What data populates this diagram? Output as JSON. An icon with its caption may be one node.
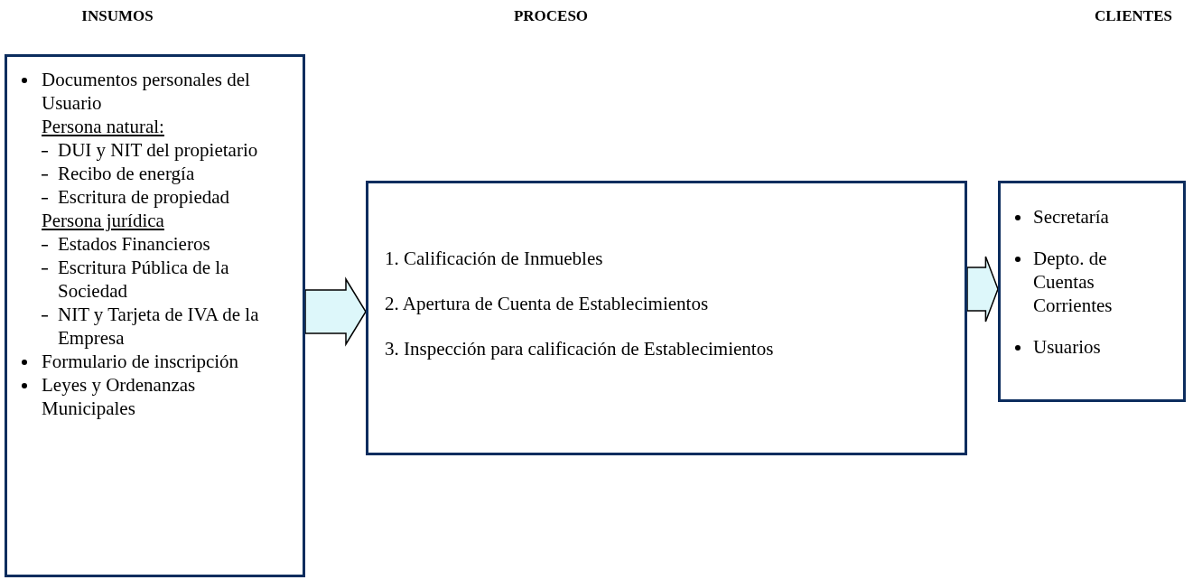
{
  "diagram": {
    "nodes": [
      {
        "text": [
          "Documentos personales del Usuario",
          "Persona natural:",
          "DUI y NIT del propietario",
          "Recibo de energía",
          "Escritura de propiedad",
          "Persona jurídica",
          "Estados Financieros",
          "Escritura Pública de la Sociedad",
          "NIT y Tarjeta de IVA de la Empresa",
          "Formulario de inscripción",
          "Leyes y Ordenanzas Municipales"
        ]
      },
      {
        "text": [
          "1. Calificación de Inmuebles",
          "2. Apertura de Cuenta de Establecimientos",
          "3. Inspección para calificación de Establecimientos"
        ]
      },
      {
        "text": [
          "Secretaría",
          "Depto. de Cuentas Corrientes",
          "Usuarios"
        ]
      }
    ],
    "edges": [
      {
        "from": 0,
        "to": 1,
        "arrow": "to"
      },
      {
        "from": 1,
        "to": 2,
        "arrow": "to"
      }
    ],
    "labels": [
      "INSUMOS",
      "PROCESO",
      "CLIENTES"
    ]
  }
}
